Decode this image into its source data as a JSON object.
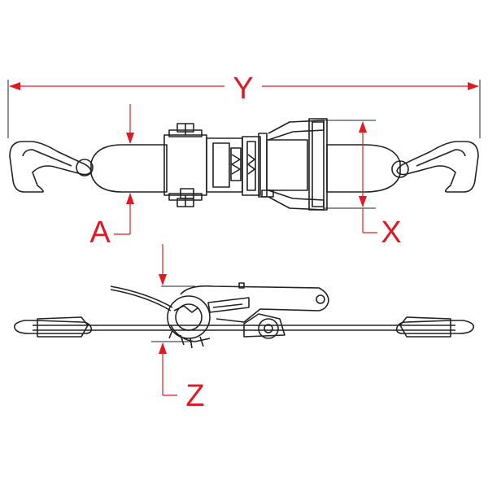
{
  "labels": {
    "overall_length": "Y",
    "strap_width": "A",
    "ratchet_width": "X",
    "ratchet_height": "Z"
  },
  "colors": {
    "dimension": "#e01a22",
    "outline": "#222222",
    "extension": "#e01a22"
  }
}
